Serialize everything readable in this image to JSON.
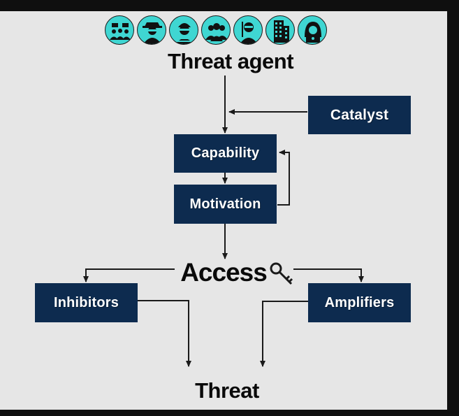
{
  "diagram": {
    "title": "Threat agent",
    "boxes": {
      "catalyst": "Catalyst",
      "capability": "Capability",
      "motivation": "Motivation",
      "inhibitors": "Inhibitors",
      "amplifiers": "Amplifiers"
    },
    "access_label": "Access",
    "threat_label": "Threat",
    "icons": [
      "protest-group-icon",
      "spy-icon",
      "burglar-icon",
      "team-icon",
      "terrorist-icon",
      "office-building-icon",
      "hacker-icon"
    ]
  },
  "colors": {
    "background": "#e6e6e6",
    "box_fill": "#0d2b4f",
    "box_text": "#ffffff",
    "icon_fill": "#3fd6d2",
    "line": "#1a1a1a"
  }
}
